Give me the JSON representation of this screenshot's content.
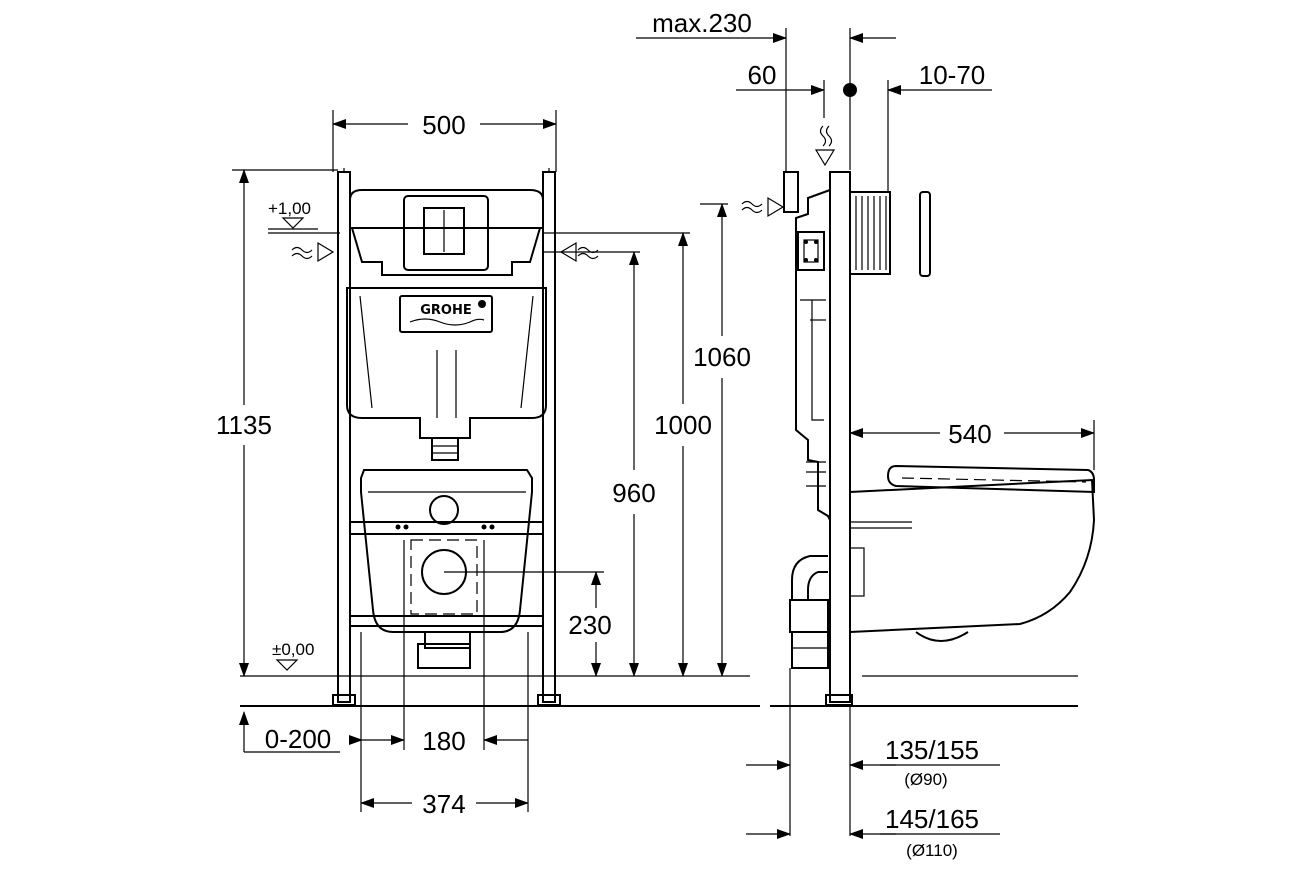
{
  "front_view": {
    "width_500": "500",
    "height_1135": "1135",
    "level_top": "+1,00",
    "level_zero": "±0,00",
    "height_1060": "1060",
    "height_1000": "1000",
    "height_960": "960",
    "height_230": "230",
    "adjust_0_200": "0-200",
    "spacing_180": "180",
    "width_374": "374",
    "brand": "GROHE"
  },
  "side_view": {
    "max_230": "max.230",
    "depth_60": "60",
    "range_10_70": "10-70",
    "projection_540": "540",
    "dim_135_155": "135/155",
    "dia_90": "(Ø90)",
    "dim_145_165": "145/165",
    "dia_110": "(Ø110)"
  },
  "colors": {
    "line": "#000000",
    "background": "#ffffff"
  }
}
